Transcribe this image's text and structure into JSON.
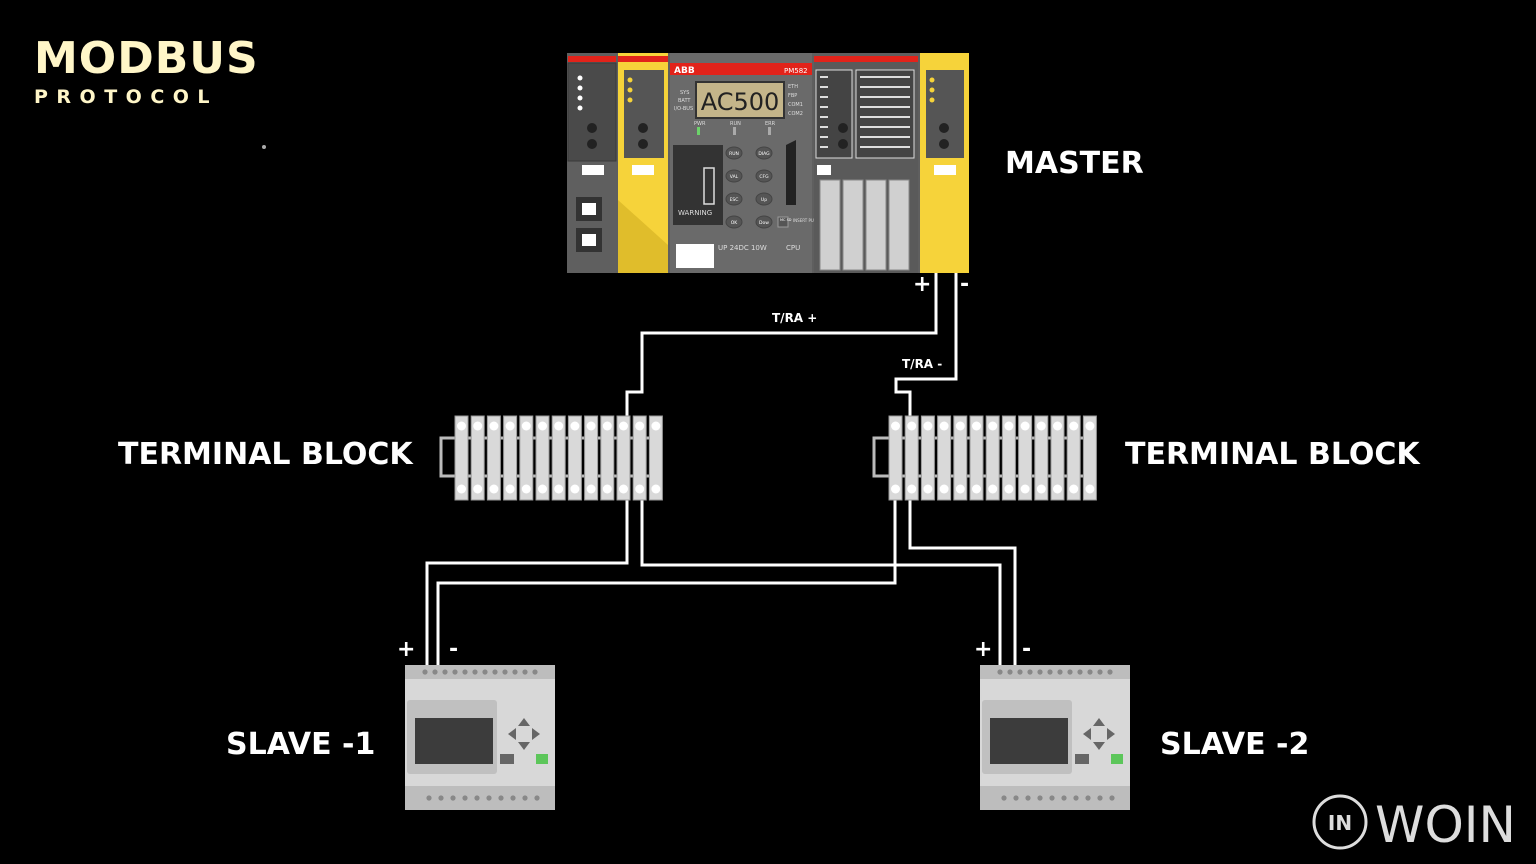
{
  "title": {
    "main": "MODBUS",
    "sub": "PROTOCOL"
  },
  "labels": {
    "master": "MASTER",
    "terminal_left": "TERMINAL BLOCK",
    "terminal_right": "TERMINAL BLOCK",
    "slave1": "SLAVE -1",
    "slave2": "SLAVE -2"
  },
  "wires": {
    "pos": "T/RA +",
    "neg": "T/RA -"
  },
  "signs": {
    "plus": "+",
    "minus": "-"
  },
  "plc": {
    "brand": "ABB",
    "model": "PM582",
    "display": "AC500",
    "status_left": [
      "SYS",
      "BATT",
      "I/O-BUS"
    ],
    "status_right": [
      "ETH",
      "FBP",
      "COM1",
      "COM2"
    ],
    "leds": [
      "PWR",
      "RUN",
      "ERR"
    ],
    "keys": [
      "RUN",
      "DIAG",
      "VAL",
      "CFG",
      "ESC",
      "Up",
      "OK",
      "Dow"
    ],
    "warning": "WARNING",
    "supply": "UP 24DC 10W",
    "cpu": "CPU",
    "insert": "INSERT PUSH",
    "mc": "MC SD"
  },
  "logo": {
    "text": "WOIN",
    "badge": "IN"
  },
  "colors": {
    "background": "#000000",
    "title": "#fff6c8",
    "plc_gray": "#5f5f5f",
    "plc_yellow": "#f6d33a",
    "abb_red": "#e2231a",
    "wire": "#ffffff",
    "terminal": "#d9d9d9",
    "lcd": "#c4b58a",
    "slave_body": "#d8d8d8",
    "slave_screen": "#3c3c3c",
    "slave_key_green": "#5cc65a"
  }
}
